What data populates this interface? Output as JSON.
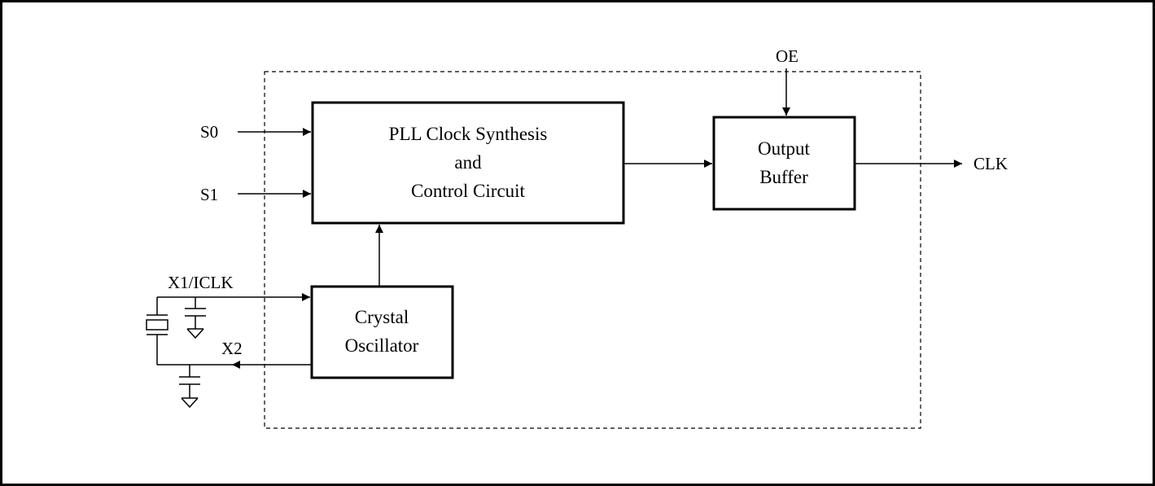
{
  "blocks": {
    "pll": {
      "lines": [
        "PLL Clock Synthesis",
        "and",
        "Control Circuit"
      ]
    },
    "buffer": {
      "lines": [
        "Output",
        "Buffer"
      ]
    },
    "oscillator": {
      "lines": [
        "Crystal",
        "Oscillator"
      ]
    }
  },
  "pins": {
    "s0": "S0",
    "s1": "S1",
    "oe": "OE",
    "clk": "CLK",
    "x1": "X1/ICLK",
    "x2": "X2"
  },
  "colors": {
    "line": "#000000",
    "background": "#ffffff"
  }
}
